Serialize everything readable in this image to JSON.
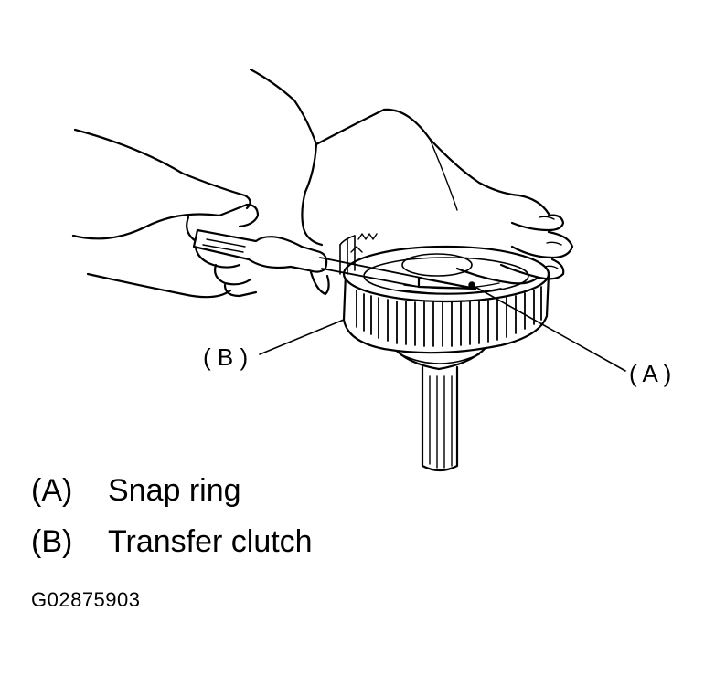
{
  "callouts": [
    {
      "key": "(A)",
      "display": "( A )"
    },
    {
      "key": "(B)",
      "display": "( B )"
    }
  ],
  "legend": [
    {
      "key": "(A)",
      "text": "Snap ring"
    },
    {
      "key": "(B)",
      "text": "Transfer clutch"
    }
  ],
  "figure_id": "G02875903",
  "colors": {
    "line": "#000000",
    "background": "#ffffff"
  }
}
